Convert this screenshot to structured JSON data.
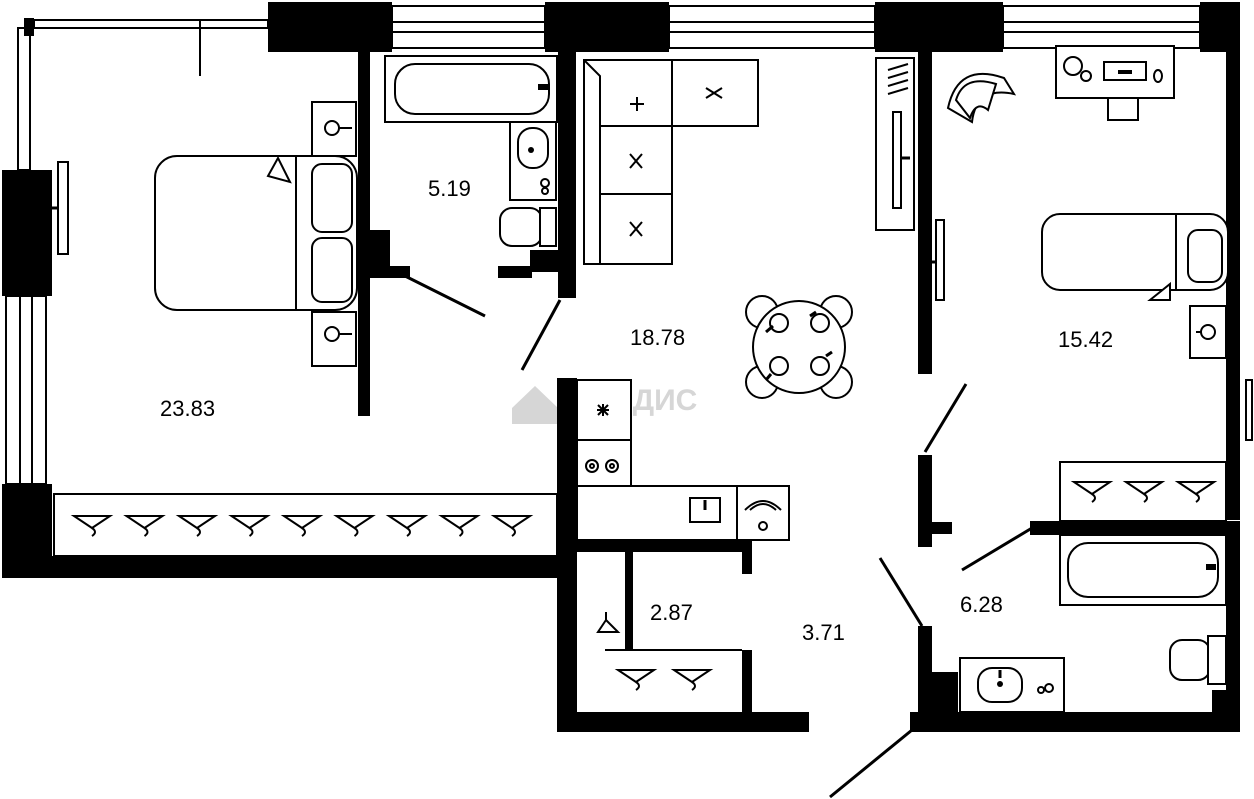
{
  "plan": {
    "watermark": "ВЛАДИС",
    "rooms": [
      {
        "id": "bedroom",
        "area": "23.83"
      },
      {
        "id": "bathroom-1",
        "area": "5.19"
      },
      {
        "id": "kitchen-living",
        "area": "18.78"
      },
      {
        "id": "bedroom-2",
        "area": "15.42"
      },
      {
        "id": "wardrobe",
        "area": "2.87"
      },
      {
        "id": "hall",
        "area": "3.71"
      },
      {
        "id": "bathroom-2",
        "area": "6.28"
      }
    ]
  },
  "colors": {
    "walls": "#000000",
    "background": "#ffffff",
    "watermark": "#d6d6d6"
  }
}
